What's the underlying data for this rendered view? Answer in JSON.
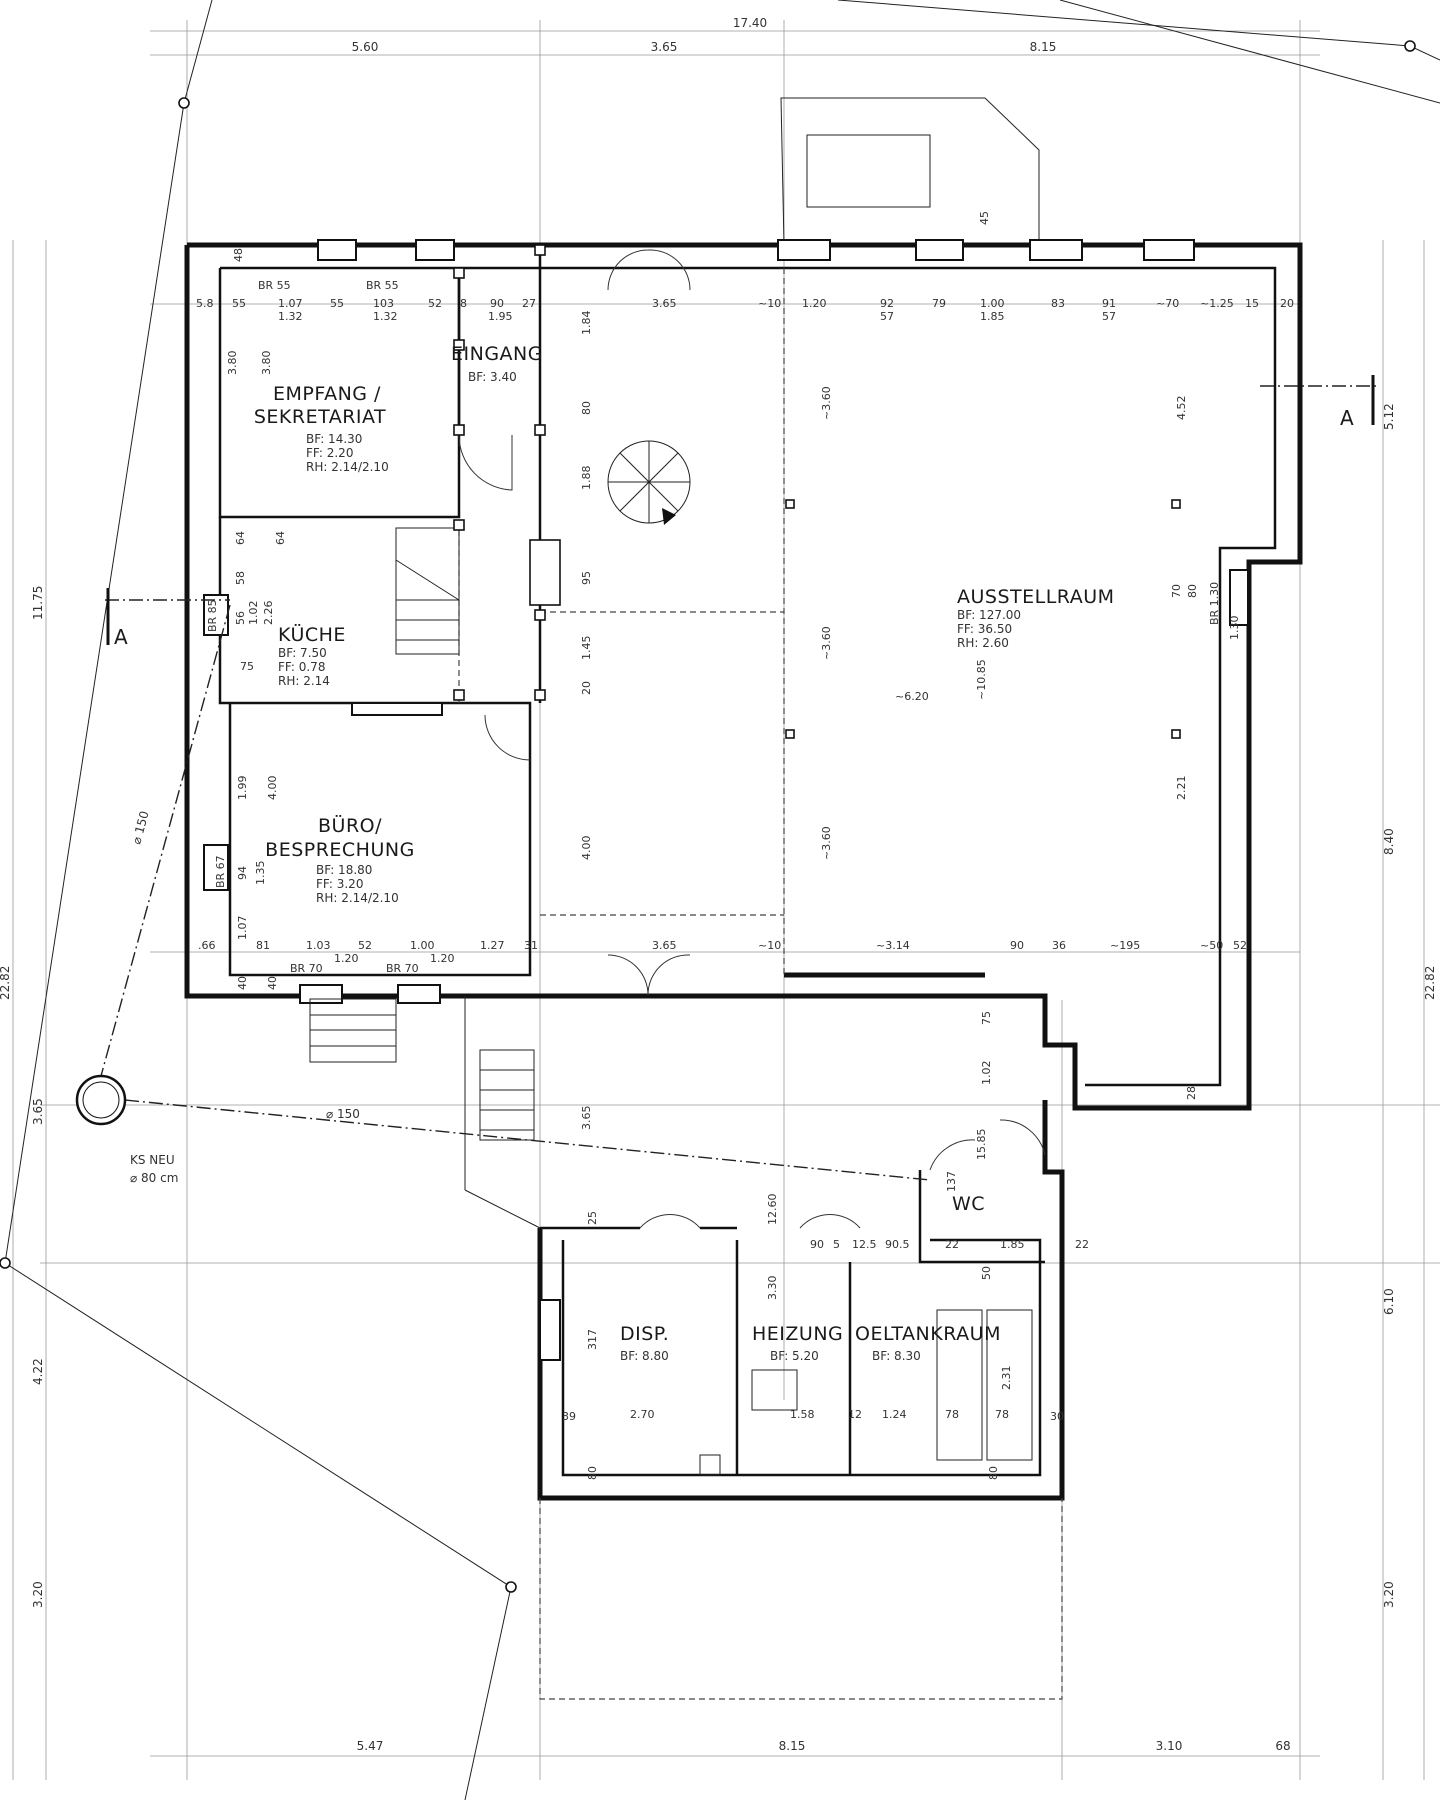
{
  "drawing": {
    "rooms": [
      {
        "name_lines": [
          "EMPFANG /",
          "SEKRETARIAT"
        ],
        "bf": "BF: 14.30",
        "ff": "FF:  2.20",
        "rh": "RH:  2.14/2.10"
      },
      {
        "name_lines": [
          "EINGANG"
        ],
        "bf": "BF: 3.40"
      },
      {
        "name_lines": [
          "KÜCHE"
        ],
        "bf": "BF:  7.50",
        "ff": "FF:  0.78",
        "rh": "RH:  2.14"
      },
      {
        "name_lines": [
          "BÜRO/",
          "BESPRECHUNG"
        ],
        "bf": "BF: 18.80",
        "ff": "FF:  3.20",
        "rh": "RH:  2.14/2.10"
      },
      {
        "name_lines": [
          "AUSSTELLRAUM"
        ],
        "bf": "BF: 127.00",
        "ff": "FF:  36.50",
        "rh": "RH:  2.60"
      },
      {
        "name_lines": [
          "DISP."
        ],
        "bf": "BF: 8.80"
      },
      {
        "name_lines": [
          "HEIZUNG"
        ],
        "bf": "BF: 5.20"
      },
      {
        "name_lines": [
          "OELTANKRAUM"
        ],
        "bf": "BF: 8.30"
      },
      {
        "name_lines": [
          "WC"
        ]
      }
    ],
    "section_marks": [
      "A",
      "A"
    ],
    "manhole": {
      "label": "KS  NEU",
      "size": "⌀ 80 cm"
    },
    "pipe_labels": [
      "⌀ 150",
      "⌀ 150"
    ],
    "top_dims": {
      "total": "17.40",
      "segments": [
        "5.60",
        "3.65",
        "8.15"
      ],
      "bay": "45"
    },
    "bottom_dims": [
      "5.47",
      "8.15",
      "3.10",
      "68"
    ],
    "left_dims": [
      "11.75",
      "22.82",
      "3.65",
      "4.22",
      "3.20"
    ],
    "right_dims": [
      "5.12",
      "8.40",
      "22.82",
      "6.10",
      "3.20"
    ],
    "inner_top_row": [
      "5.8",
      "55",
      "1.07",
      "1.32",
      "55",
      "103",
      "1.32",
      "52",
      "8",
      "90",
      "1.95",
      "27",
      "3.65",
      "~10",
      "1.20",
      "92",
      "57",
      "79",
      "1.00",
      "1.85",
      "83",
      "91",
      "57",
      "~70",
      "~1.25",
      "15",
      "20"
    ],
    "inner_bottom_row": [
      ".66",
      "81",
      "1.03",
      "1.20",
      "52",
      "1.00",
      "1.20",
      "1.27",
      "31",
      "3.65",
      "~10",
      "~3.14",
      "90",
      "36",
      "~195",
      "~50",
      "52"
    ],
    "windows": [
      "BR 55",
      "BR 55",
      "BR 70",
      "BR 70",
      "BR 67",
      "BR 85",
      "BR 1.30"
    ],
    "inner_vertical": [
      "3.80",
      "3.80",
      "1.84",
      "80",
      "1.88",
      "95",
      "1.45",
      "20",
      "4.00",
      "1.99",
      "4.00",
      "94",
      "1.35",
      "1.07",
      "40",
      "40",
      "~3.60",
      "~3.60",
      "~3.60",
      "~10.85",
      "~6.20",
      "4.52",
      "2.21",
      "75",
      "1.02",
      "3.65",
      "25",
      "317",
      "80",
      "80",
      "39",
      "30",
      "2.70",
      "1.58",
      "12",
      "1.24",
      "78",
      "78",
      "2.31",
      "12.60",
      "3.30",
      "90",
      "5",
      "12.5",
      "90.5",
      "22",
      "1.85",
      "22",
      "137",
      "50",
      "15.85",
      "48",
      "64",
      "64",
      "58",
      "56",
      "1.02",
      "2.26",
      "75",
      "28",
      "70",
      "80",
      "1.30"
    ]
  }
}
